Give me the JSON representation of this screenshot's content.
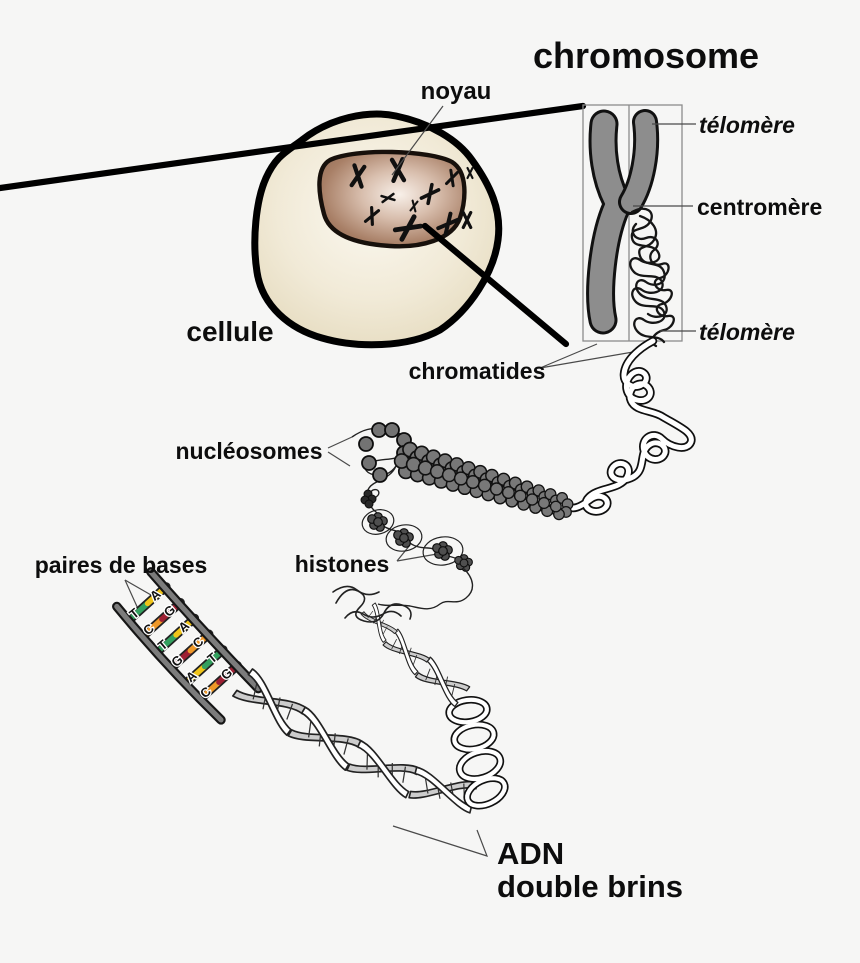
{
  "figure": {
    "title": "chromosome",
    "labels": {
      "noyau": "noyau",
      "cellule": "cellule",
      "telomere_top": "télomère",
      "centromere": "centromère",
      "telomere_bottom": "télomère",
      "chromatides": "chromatides",
      "nucleosomes": "nucléosomes",
      "histones": "histones",
      "paires_de_bases": "paires de bases",
      "adn_line1": "ADN",
      "adn_line2": "double brins"
    },
    "base_pair_rungs": [
      {
        "left": "T",
        "right": "A",
        "left_color": "#33a05f",
        "right_color": "#f0c419"
      },
      {
        "left": "C",
        "right": "G",
        "left_color": "#ef9827",
        "right_color": "#9e1f33"
      },
      {
        "left": "T",
        "right": "A",
        "left_color": "#33a05f",
        "right_color": "#f0c419"
      },
      {
        "left": "G",
        "right": "C",
        "left_color": "#9e1f33",
        "right_color": "#ef9827"
      },
      {
        "left": "A",
        "right": "T",
        "left_color": "#f0c419",
        "right_color": "#33a05f"
      },
      {
        "left": "C",
        "right": "G",
        "left_color": "#ef9827",
        "right_color": "#9e1f33"
      }
    ],
    "colors": {
      "background": "#f6f6f5",
      "chromosome_gray": "#8d8d8d",
      "cell_fill_edge": "#e3d8ba",
      "nucleus_brown": "#96705a",
      "base_green": "#33a05f",
      "base_yellow": "#f0c419",
      "base_orange": "#ef9827",
      "base_red": "#9e1f33"
    }
  }
}
